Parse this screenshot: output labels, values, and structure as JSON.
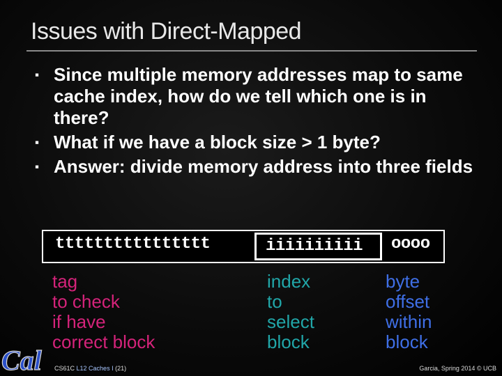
{
  "slide": {
    "title": "Issues with Direct-Mapped",
    "bullets": [
      "Since multiple memory addresses map to same cache index, how do we tell which one is in there?",
      "What if we have a block size > 1 byte?",
      "Answer: divide memory address into three fields"
    ],
    "bullet_icon": "square-bullet-icon"
  },
  "address_fields": {
    "tag": "tttttttttttttttt",
    "index": "iiiiiiiiii",
    "offset": "oooo"
  },
  "labels": {
    "tag": "tag\nto check\nif have\ncorrect block",
    "index": "index\nto\nselect\nblock",
    "offset": "byte\noffset\nwithin\nblock"
  },
  "colors": {
    "tag": "#d4237a",
    "index": "#21a6a8",
    "offset": "#3f6fe6"
  },
  "footer": {
    "course": "CS61C",
    "lecture": "L12 Caches I",
    "page": "(21)",
    "credit": "Garcia, Spring 2014 © UCB"
  },
  "logo": {
    "text": "Cal",
    "icon": "cal-logo-icon"
  }
}
